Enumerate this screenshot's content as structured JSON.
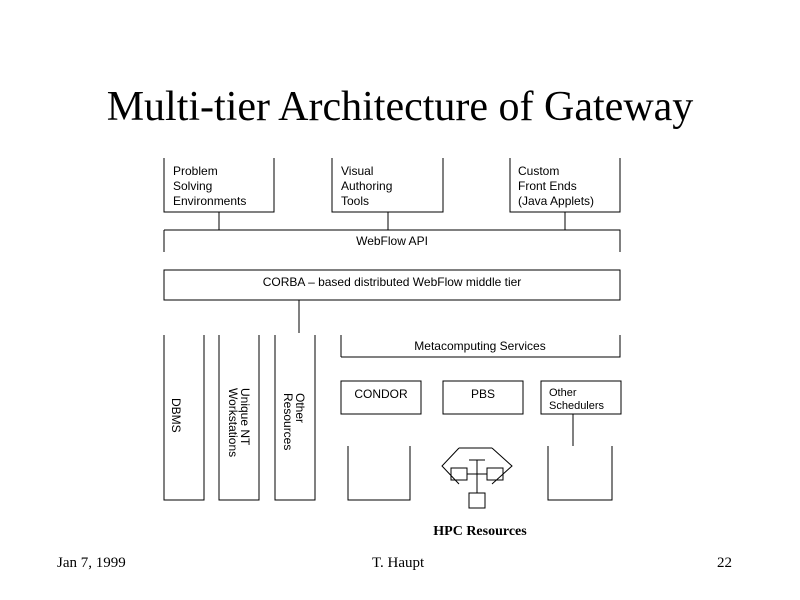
{
  "slide": {
    "title": "Multi-tier Architecture of Gateway",
    "footer_date": "Jan 7, 1999",
    "footer_author": "T. Haupt",
    "footer_page": "22"
  },
  "diagram": {
    "top_boxes": [
      {
        "lines": [
          "Problem",
          "Solving",
          "Environments"
        ]
      },
      {
        "lines": [
          "Visual",
          "Authoring",
          "Tools"
        ]
      },
      {
        "lines": [
          "Custom",
          "Front Ends",
          "(Java Applets)"
        ]
      }
    ],
    "webflow_api": "WebFlow API",
    "middle_tier": "CORBA – based distributed WebFlow middle tier",
    "metacomputing": "Metacomputing Services",
    "vertical_boxes": [
      {
        "lines": [
          "DBMS"
        ]
      },
      {
        "lines": [
          "Unique NT",
          "Workstations"
        ]
      },
      {
        "lines": [
          "Other",
          "Resources"
        ]
      }
    ],
    "schedulers": [
      {
        "lines": [
          "CONDOR"
        ]
      },
      {
        "lines": [
          "PBS"
        ]
      },
      {
        "lines": [
          "Other",
          "Schedulers"
        ]
      }
    ],
    "hpc_label": "HPC Resources"
  }
}
